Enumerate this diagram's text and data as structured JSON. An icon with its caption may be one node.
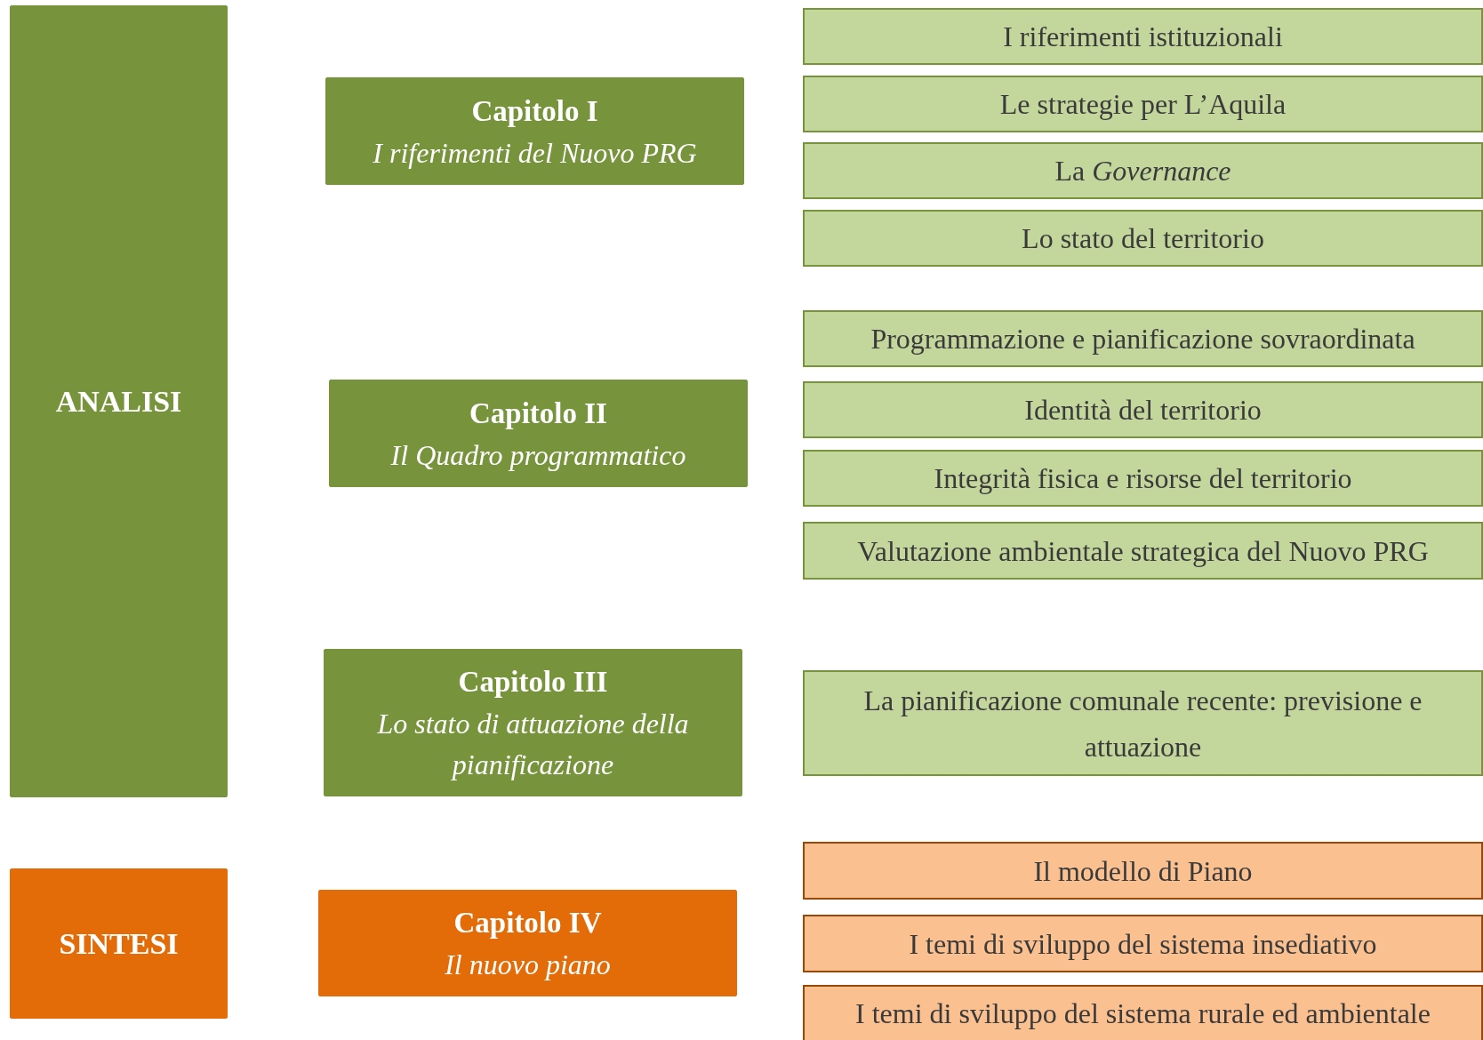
{
  "diagram": {
    "nodes": [
      {
        "text": [
          "ANALISI"
        ]
      },
      {
        "text": [
          "Capitolo I",
          "I riferimenti del Nuovo PRG"
        ]
      },
      {
        "text": [
          "I riferimenti istituzionali"
        ]
      },
      {
        "text": [
          "Le strategie per L’Aquila"
        ]
      },
      {
        "text": [
          "La *Governance*"
        ]
      },
      {
        "text": [
          "Lo stato del territorio"
        ]
      },
      {
        "text": [
          "Capitolo II",
          "Il Quadro programmatico"
        ]
      },
      {
        "text": [
          "Programmazione e pianificazione sovraordinata"
        ]
      },
      {
        "text": [
          "Identità del territorio"
        ]
      },
      {
        "text": [
          "Integrità fisica  e risorse del territorio"
        ]
      },
      {
        "text": [
          "Valutazione ambientale strategica del Nuovo PRG"
        ]
      },
      {
        "text": [
          "Capitolo III",
          "Lo stato di attuazione della pianificazione"
        ]
      },
      {
        "text": [
          "La pianificazione comunale recente: previsione e attuazione"
        ]
      },
      {
        "text": [
          "SINTESI"
        ]
      },
      {
        "text": [
          "Capitolo IV",
          "Il nuovo piano"
        ]
      },
      {
        "text": [
          "Il modello di Piano"
        ]
      },
      {
        "text": [
          "I temi di sviluppo del sistema insediativo"
        ]
      },
      {
        "text": [
          "I temi di sviluppo del sistema rurale ed ambientale"
        ]
      }
    ]
  }
}
